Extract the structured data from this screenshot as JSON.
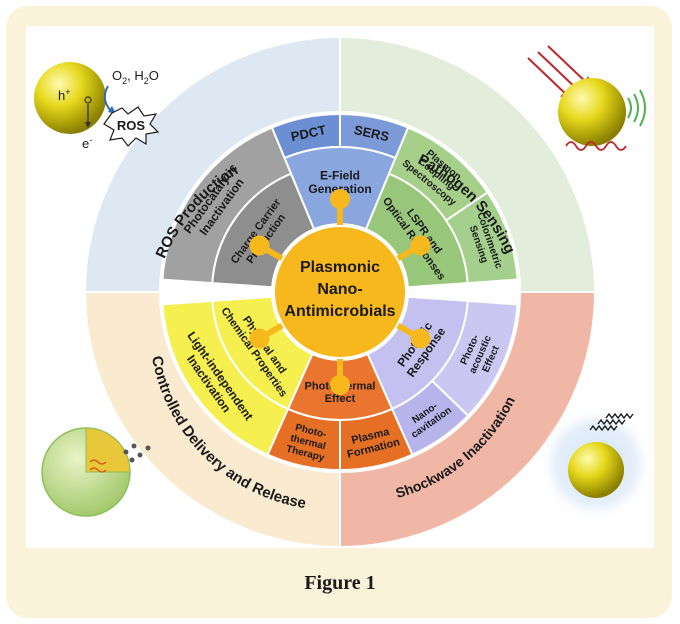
{
  "caption": "Figure 1",
  "colors": {
    "frame": "#fbf3d9",
    "outer_ros": "#dde8f3",
    "outer_pathogen": "#e2eedb",
    "outer_shockwave": "#f1b7a6",
    "outer_delivery": "#faebd0",
    "pdct": "#6c8fd3",
    "sers": "#7c9ad8",
    "efield": "#8aa6df",
    "plasmon": "#a6cf8a",
    "lspr": "#98c67a",
    "colorimetric": "#a4cf8c",
    "photonic": "#c4c1f0",
    "photoacoustic": "#cac7f3",
    "nanocavitation": "#b7b4ec",
    "photothermal": "#e9752f",
    "therapy": "#e56f24",
    "plasma": "#e56f24",
    "light_indep": "#f5ef4f",
    "physchem": "#f5ef4f",
    "photocatalytic": "#a1a1a1",
    "charge": "#8e8e8e",
    "center": "#f6b81c"
  },
  "center": {
    "line1": "Plasmonic",
    "line2": "Nano-",
    "line3": "Antimicrobials"
  },
  "outer": {
    "ros": "ROS Production",
    "pathogen": "Pathogen Sensing",
    "shockwave": "Shockwave Inactivation",
    "delivery": "Controlled Delivery and Release"
  },
  "segments": {
    "pdct": "PDCT",
    "sers": "SERS",
    "efield": [
      "E-Field",
      "Generation"
    ],
    "plasmon": [
      "Plasmon",
      "Coupling",
      "Spectroscopy"
    ],
    "lspr": [
      "LSPR and",
      "Optical Responses"
    ],
    "colorimetric": [
      "Colorimetric",
      "Sensing"
    ],
    "photoacoustic": [
      "Photo-",
      "acoustic",
      "Effect"
    ],
    "photonic": [
      "Photonic",
      "Response"
    ],
    "nanocavitation": [
      "Nano-",
      "cavitation"
    ],
    "photothermal": [
      "Photothermal",
      "Effect"
    ],
    "therapy": [
      "Photo-",
      "thermal",
      "Therapy"
    ],
    "plasma": [
      "Plasma",
      "Formation"
    ],
    "light_indep": [
      "Light-independent",
      "Inactivation"
    ],
    "physchem": [
      "Physical and",
      "Chemical Properties"
    ],
    "photocatalytic": [
      "Photocatalytic",
      "Inactivation"
    ],
    "charge": [
      "Charge Carrier",
      "Production"
    ]
  },
  "inset_ros": {
    "h_label": "h",
    "h_sup": "+",
    "e_label": "e",
    "e_sup": "-",
    "reagents": "O",
    "reagents_sub": "2",
    "reagents_rest": ", H",
    "reagents_sub2": "2",
    "reagents_end": "O",
    "burst": "ROS"
  }
}
